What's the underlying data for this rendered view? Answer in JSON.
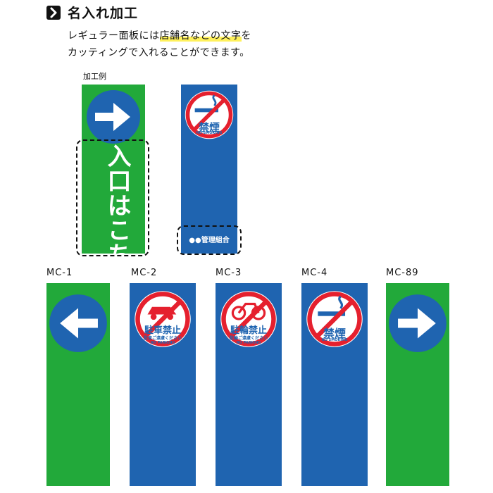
{
  "heading": {
    "title": "名入れ加工",
    "icon": "chevron-right-icon"
  },
  "description": {
    "line1_pre": "レギュラー面板には",
    "line1_highlight": "店舗名などの文字",
    "line1_post": "を",
    "line2": "カッティングで入れることができます。"
  },
  "example": {
    "label": "加工例",
    "green_text": "入口はこちら",
    "blue_text": "●●管理組合"
  },
  "no_smoking": {
    "kanji": "禁煙",
    "sub": "NO SMOKING"
  },
  "no_parking": {
    "kanji": "駐車禁止",
    "jp_sub": "駐車ご遠慮ください",
    "sub": "NO PARKING"
  },
  "no_bicycle": {
    "kanji": "駐輪禁止",
    "jp_sub": "駐輪ご遠慮ください",
    "sub": "NO PARKING"
  },
  "products": [
    {
      "code": "MC-1"
    },
    {
      "code": "MC-2"
    },
    {
      "code": "MC-3"
    },
    {
      "code": "MC-4"
    },
    {
      "code": "MC-89"
    }
  ],
  "colors": {
    "green": "#22a93a",
    "blue": "#1f64b0",
    "red": "#e5202e",
    "circle_blue": "#1f64b0"
  }
}
